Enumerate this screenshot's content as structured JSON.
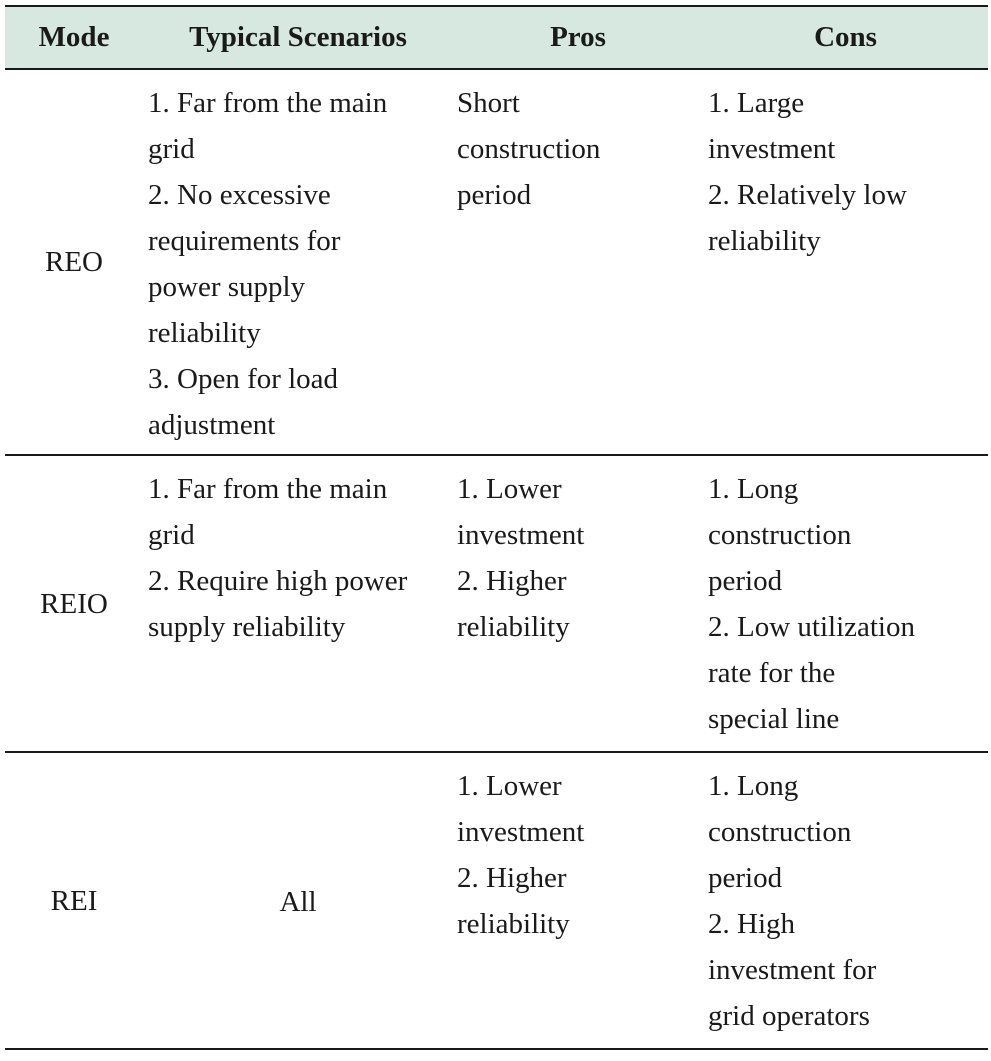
{
  "header": {
    "mode": "Mode",
    "scenarios": "Typical Scenarios",
    "pros": "Pros",
    "cons": "Cons"
  },
  "rows": [
    {
      "mode": "REO",
      "scenarios": [
        "1. Far from the main",
        "grid",
        "2. No excessive",
        "requirements for",
        "power supply",
        "reliability",
        "3. Open for load",
        "adjustment"
      ],
      "pros": [
        "Short",
        "construction",
        "period"
      ],
      "cons": [
        "1. Large",
        "investment",
        "2. Relatively low",
        "reliability"
      ]
    },
    {
      "mode": "REIO",
      "scenarios": [
        "1. Far from the main",
        "grid",
        "2. Require high power",
        "supply reliability"
      ],
      "pros": [
        "1. Lower",
        "investment",
        "2. Higher",
        "reliability"
      ],
      "cons": [
        "1. Long",
        "construction",
        "period",
        "2. Low utilization",
        "rate for the",
        "special line"
      ]
    },
    {
      "mode": "REI",
      "scenarios": [
        "All"
      ],
      "pros": [
        "1. Lower",
        "investment",
        "2. Higher",
        "reliability"
      ],
      "cons": [
        "1. Long",
        "construction",
        "period",
        "2. High",
        "investment for",
        "grid operators"
      ]
    }
  ]
}
